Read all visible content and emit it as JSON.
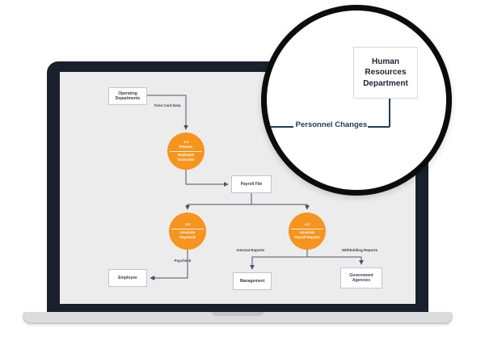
{
  "diagram": {
    "nodes": {
      "operating_departments": "Operating Departments",
      "payroll_file": "Payroll File",
      "employee": "Employee",
      "management": "Management",
      "government_agencies": "Government Agencies"
    },
    "processes": {
      "timecards": {
        "number": "1.0\nProcess",
        "label": "Employee\nTimecards"
      },
      "paycheck": {
        "number": "3.0",
        "label": "Generate\nPaycheck"
      },
      "reports": {
        "number": "4.0",
        "label": "Generate\nPayroll Reports"
      }
    },
    "flow_labels": {
      "time_card_data": "Time Card Data",
      "paycheck": "Paycheck",
      "internal_reports": "Internal Reports",
      "withholding_reports": "Withholding Reports"
    }
  },
  "magnifier": {
    "hr_department": "Human Resources Department",
    "personnel_changes": "Personnel Changes"
  },
  "colors": {
    "process_fill": "#F7941E",
    "connector": "#47536B",
    "flow_text": "#24395E",
    "screen_bg": "#ECECEC"
  }
}
